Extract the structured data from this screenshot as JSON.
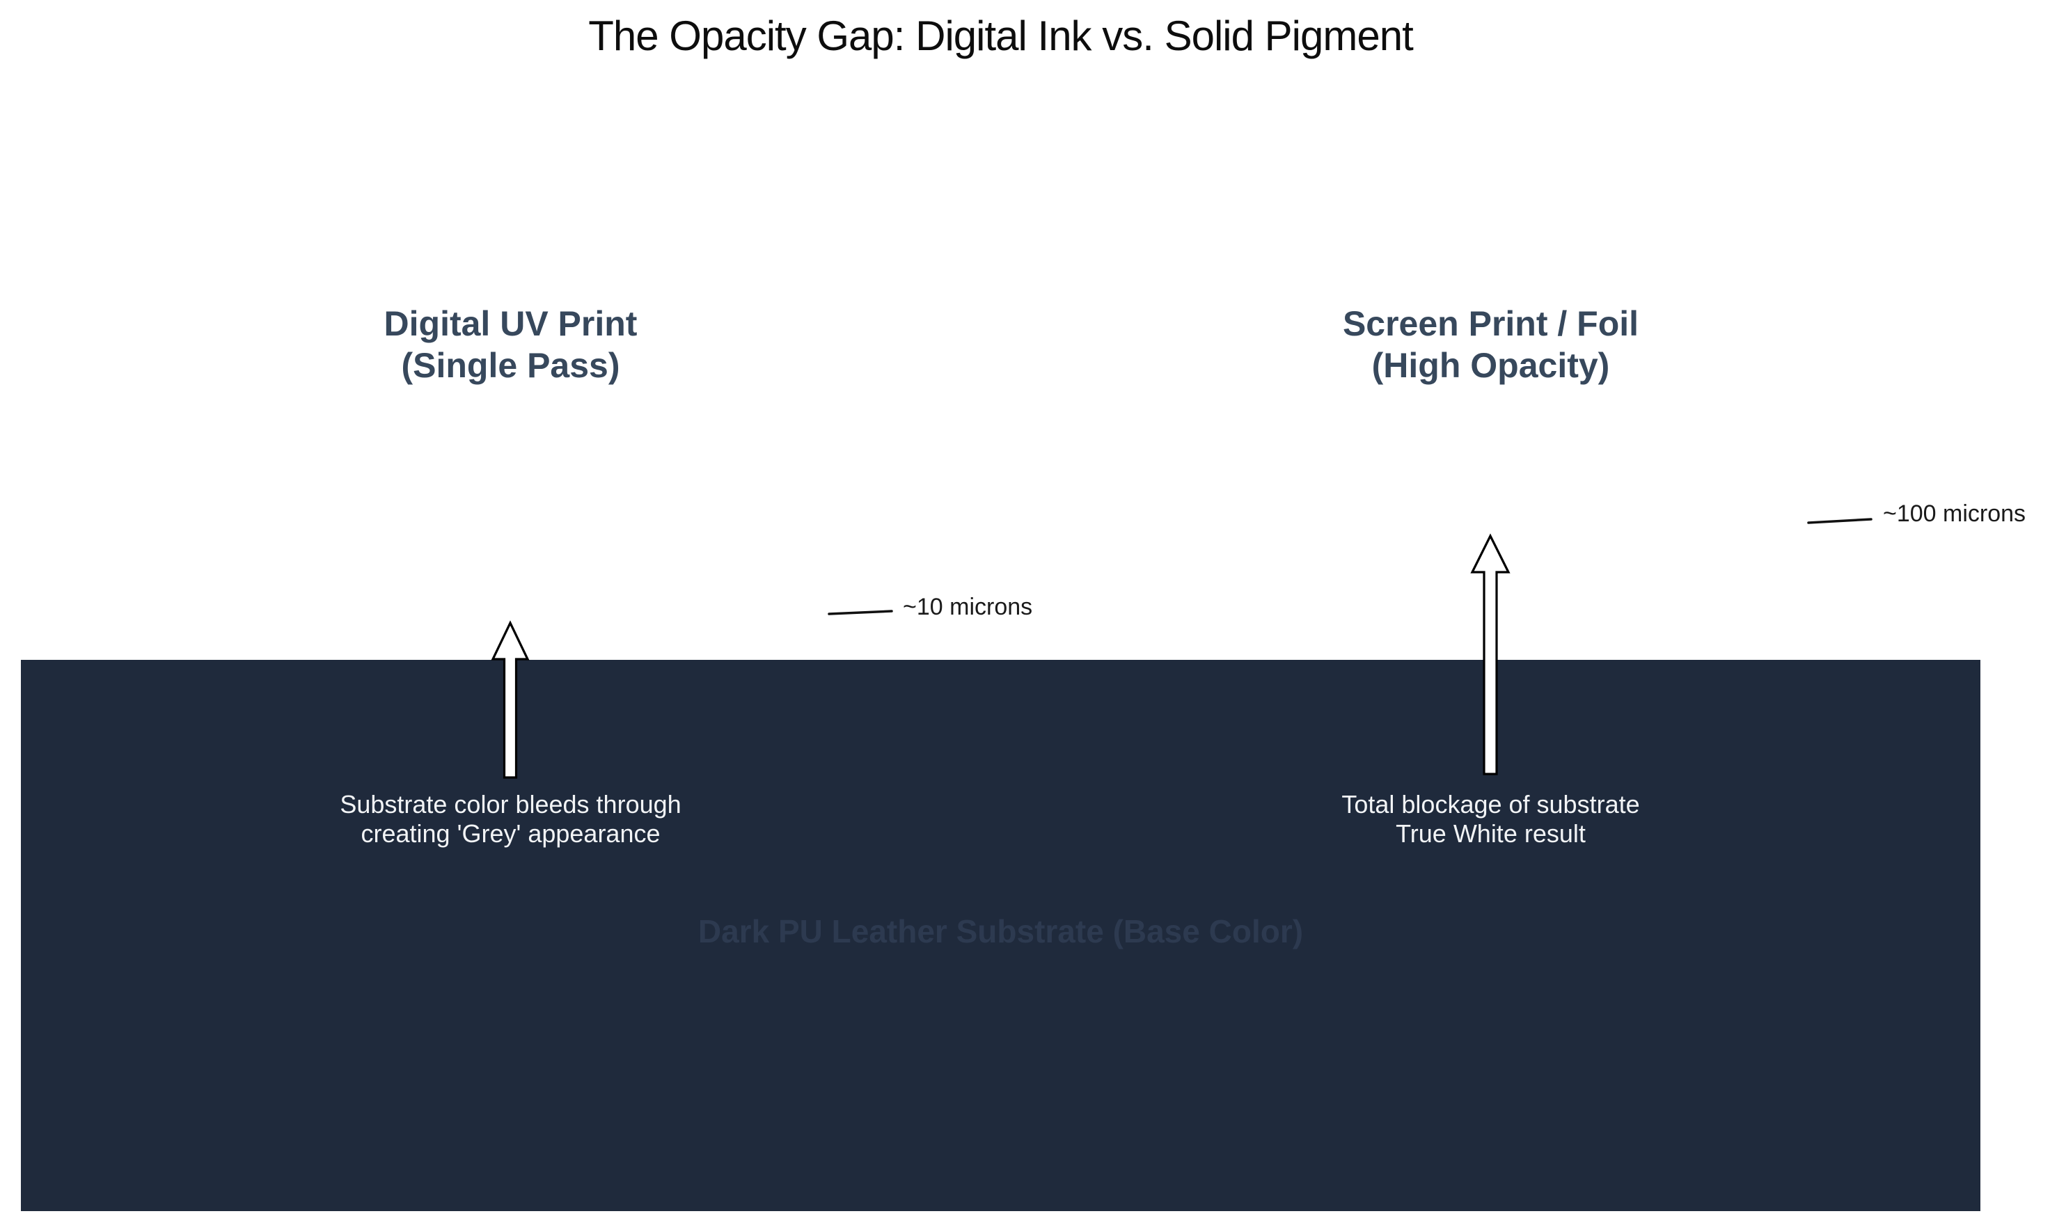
{
  "title": "The Opacity Gap: Digital Ink vs. Solid Pigment",
  "columns": [
    {
      "heading_line1": "Digital UV Print",
      "heading_line2": "(Single Pass)",
      "caption_line1": "Substrate color bleeds through",
      "caption_line2": "creating 'Grey' appearance"
    },
    {
      "heading_line1": "Screen Print / Foil",
      "heading_line2": "(High Opacity)",
      "caption_line1": "Total blockage of substrate",
      "caption_line2": "True White result"
    }
  ],
  "annotations": {
    "ink_thickness": "~10 microns",
    "pigment_thickness": "~100 microns"
  },
  "substrate": {
    "label": "Dark PU Leather Substrate (Base Color)"
  },
  "colors": {
    "substrate": "#1f2a3c",
    "substrate_label": "#2d3a50",
    "heading": "#37485c",
    "title": "#0d0d0d",
    "caption_text": "#f2f4f6",
    "arrow_fill": "#ffffff",
    "arrow_stroke": "#000000",
    "leader_line": "#111111",
    "background": "#ffffff"
  }
}
